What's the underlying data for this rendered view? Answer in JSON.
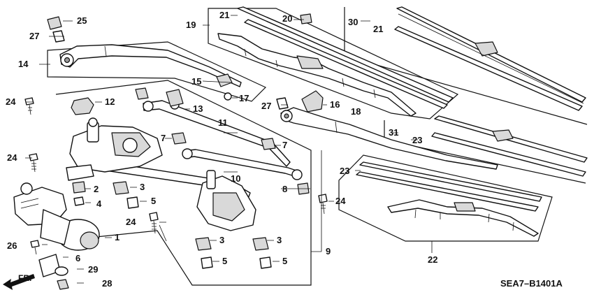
{
  "diagram": {
    "code": "SEA7–B1401A",
    "direction": "FR.",
    "callouts": {
      "c1": "1",
      "c2": "2",
      "c3a": "3",
      "c3b": "3",
      "c3c": "3",
      "c4": "4",
      "c5a": "5",
      "c5b": "5",
      "c5c": "5",
      "c6": "6",
      "c7a": "7",
      "c7b": "7",
      "c8": "8",
      "c9": "9",
      "c10": "10",
      "c11": "11",
      "c12": "12",
      "c13": "13",
      "c14": "14",
      "c15": "15",
      "c16": "16",
      "c17": "17",
      "c18": "18",
      "c19": "19",
      "c20": "20",
      "c21a": "21",
      "c21b": "21",
      "c22": "22",
      "c23a": "23",
      "c23b": "23",
      "c24a": "24",
      "c24b": "24",
      "c24c": "24",
      "c24d": "24",
      "c25": "25",
      "c26": "26",
      "c27a": "27",
      "c27b": "27",
      "c28": "28",
      "c29": "29",
      "c30": "30",
      "c31": "31"
    }
  }
}
